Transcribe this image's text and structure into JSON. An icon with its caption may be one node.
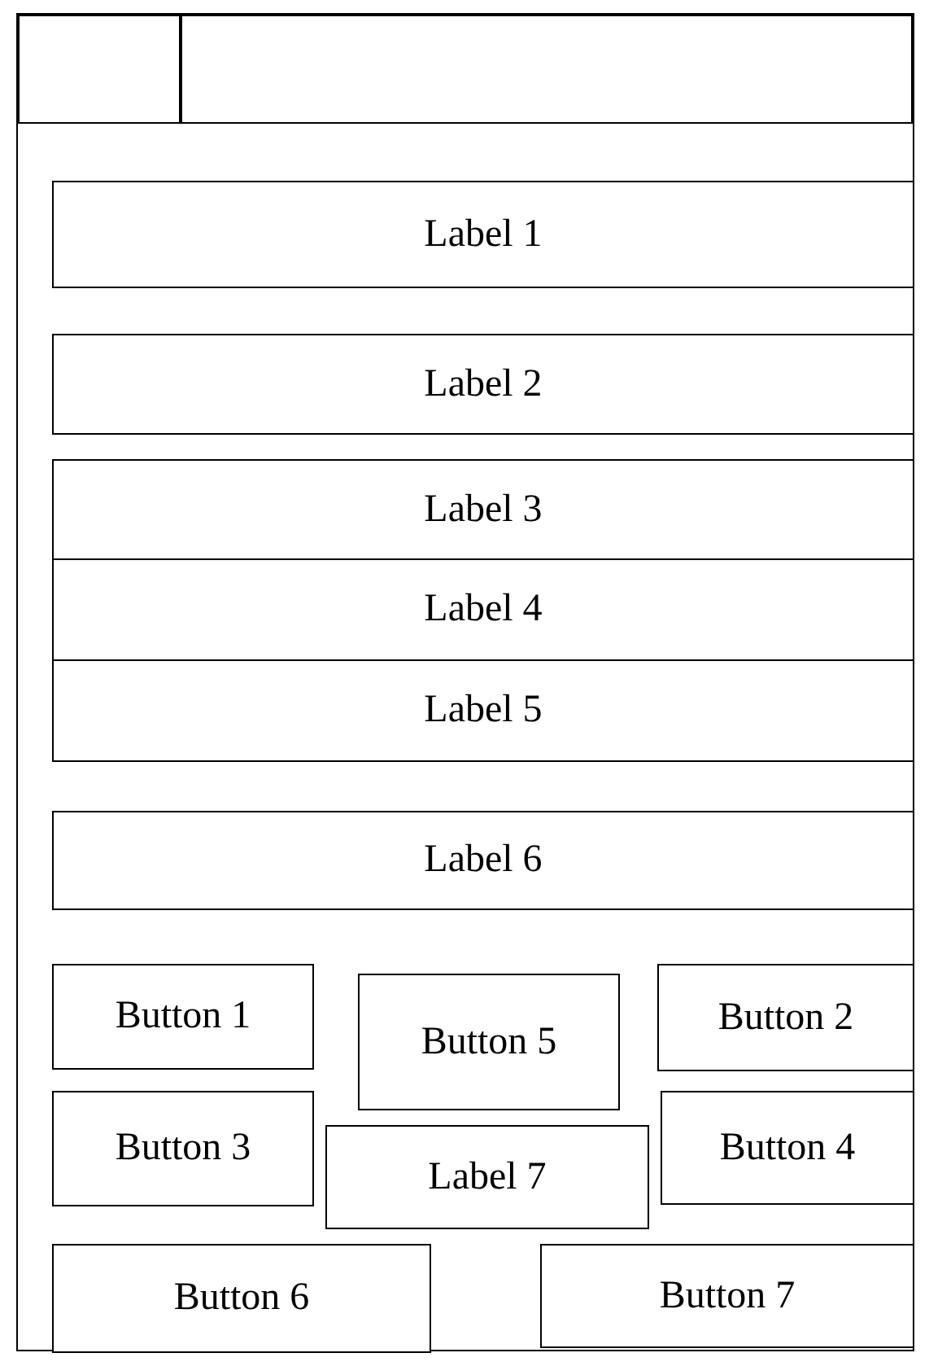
{
  "diagram": {
    "nodes": [
      {
        "text": [],
        "shape": "box"
      },
      {
        "text": [],
        "shape": "box",
        "in": 0
      },
      {
        "text": [],
        "shape": "box",
        "in": 0
      },
      {
        "text": [
          "Label 1"
        ],
        "in": 0
      },
      {
        "text": [
          "Label 2"
        ],
        "in": 0
      },
      {
        "text": [
          "Label 3"
        ],
        "in": 0
      },
      {
        "text": [
          "Label 4"
        ],
        "in": 0
      },
      {
        "text": [
          "Label 5"
        ],
        "in": 0
      },
      {
        "text": [
          "Label 6"
        ],
        "in": 0
      },
      {
        "text": [
          "Button 1"
        ],
        "in": 0
      },
      {
        "text": [
          "Button 5"
        ],
        "in": 0
      },
      {
        "text": [
          "Button 2"
        ],
        "in": 0
      },
      {
        "text": [
          "Button 3"
        ],
        "in": 0
      },
      {
        "text": [
          "Label 7"
        ],
        "in": 0
      },
      {
        "text": [
          "Button 4"
        ],
        "in": 0
      },
      {
        "text": [
          "Button 6"
        ],
        "in": 0
      },
      {
        "text": [
          "Button 7"
        ],
        "in": 0
      }
    ]
  }
}
